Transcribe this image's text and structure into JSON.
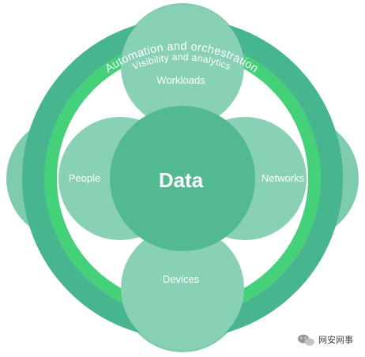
{
  "diagram": {
    "outer_ring_label": "Automation and orchestration",
    "inner_ring_label": "Visibility and analytics",
    "center_label": "Data",
    "nodes": {
      "top": "Workloads",
      "left": "People",
      "right": "Networks",
      "bottom": "Devices"
    }
  },
  "watermark": {
    "text": "网安网事",
    "icon": "wechat-icon"
  },
  "colors": {
    "outer_ring": "#47b58e",
    "inner_ring": "#45d07a",
    "node_circle": "#88d1b5",
    "center_circle": "#52b990",
    "edge_circle": "#7fcbad",
    "text": "#ffffff"
  }
}
